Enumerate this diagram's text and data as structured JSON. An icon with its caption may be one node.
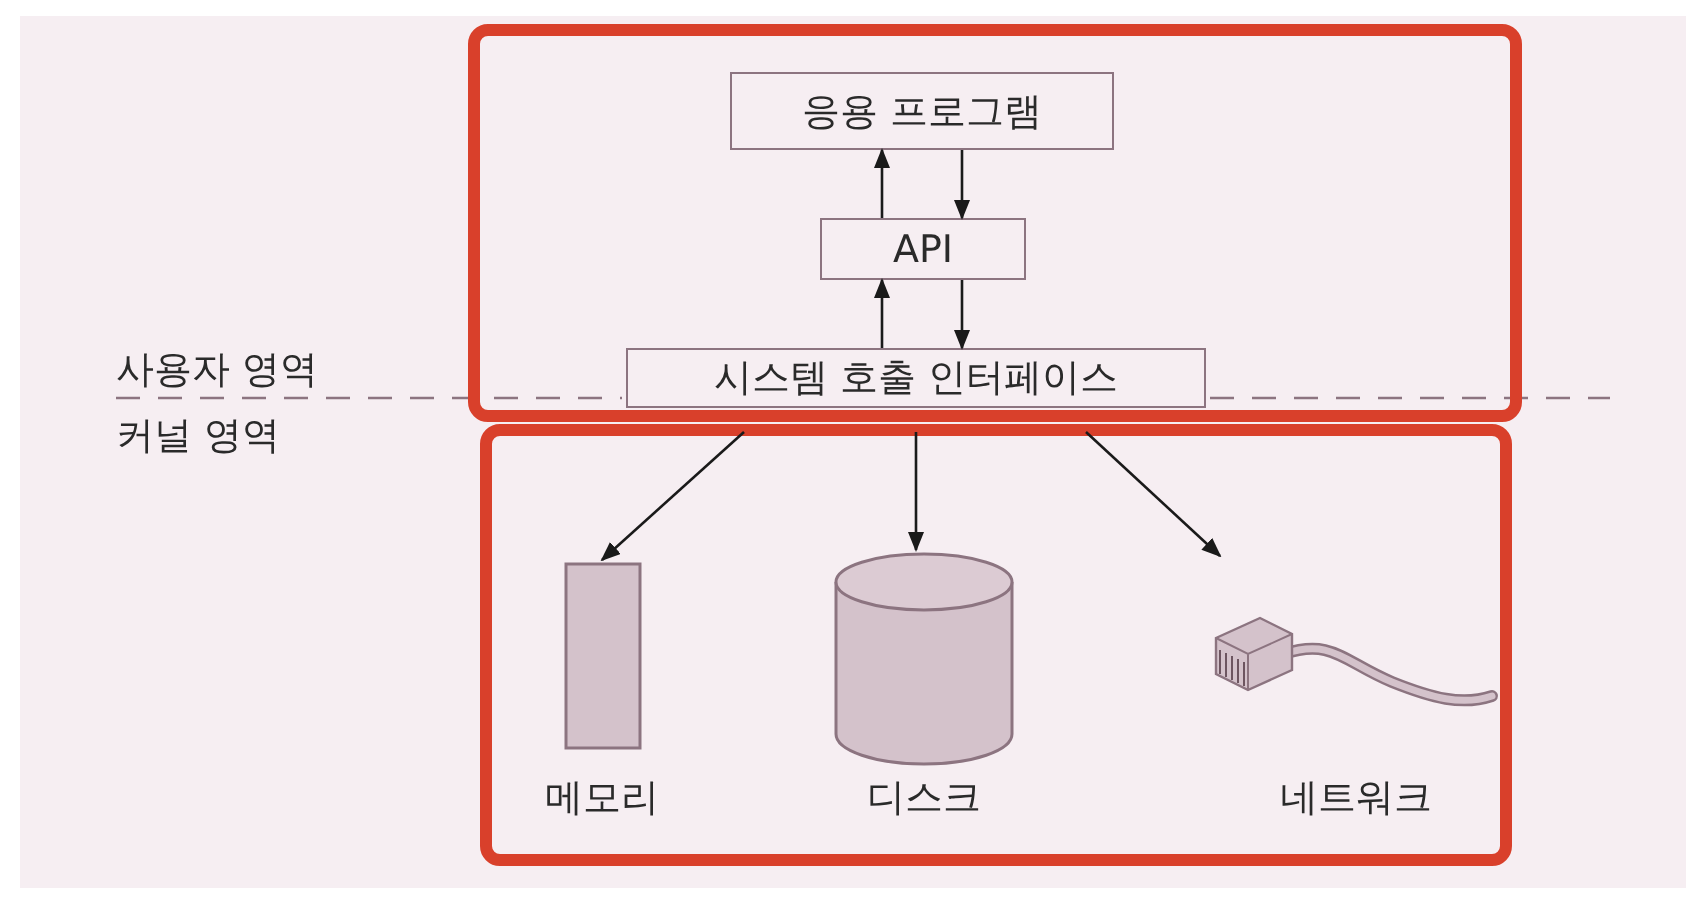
{
  "diagram": {
    "nodes": [
      {
        "text": [],
        "shape": "box"
      },
      {
        "text": [
          "응용 프로그램"
        ],
        "in": 0
      },
      {
        "text": [
          "API"
        ],
        "in": 0
      },
      {
        "text": [
          "시스템 호출 인터페이스"
        ],
        "in": 0
      },
      {
        "text": [],
        "shape": "box"
      },
      {
        "text": [
          "메모리"
        ],
        "in": 4
      },
      {
        "text": [
          "디스크"
        ],
        "in": 4
      },
      {
        "text": [
          "네트워크"
        ],
        "in": 4
      }
    ],
    "edges": [
      {
        "from": 2,
        "to": 1,
        "arrow": "to"
      },
      {
        "from": 1,
        "to": 2,
        "arrow": "to"
      },
      {
        "from": 3,
        "to": 2,
        "arrow": "to"
      },
      {
        "from": 2,
        "to": 3,
        "arrow": "to"
      },
      {
        "from": 3,
        "to": 5,
        "arrow": "to"
      },
      {
        "from": 3,
        "to": 6,
        "arrow": "to"
      },
      {
        "from": 3,
        "to": 7,
        "arrow": "to"
      }
    ],
    "labels": [
      "사용자 영역",
      "커널 영역"
    ]
  }
}
